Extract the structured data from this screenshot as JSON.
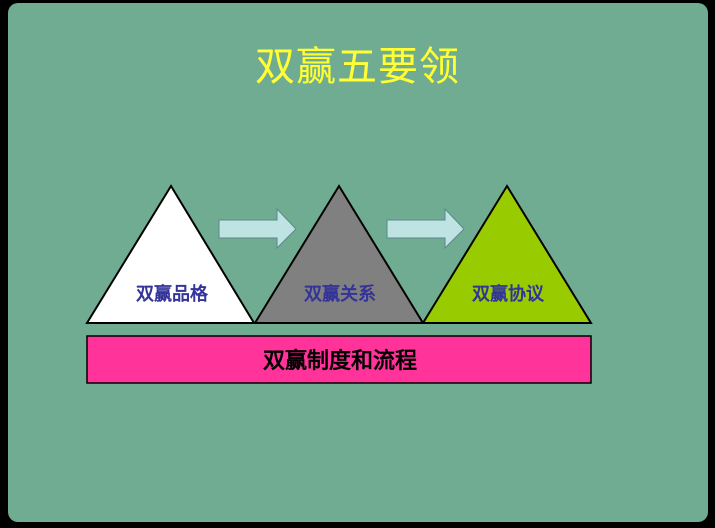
{
  "title": "双赢五要领",
  "triangles": [
    {
      "label": "双赢品格",
      "color": "#ffffff"
    },
    {
      "label": "双赢关系",
      "color": "#808080"
    },
    {
      "label": "双赢协议",
      "color": "#99cc00"
    }
  ],
  "foundation": {
    "label": "双赢制度和流程",
    "color": "#ff3399"
  },
  "arrow_color": "#bfe3e3",
  "text_color": "#333399"
}
